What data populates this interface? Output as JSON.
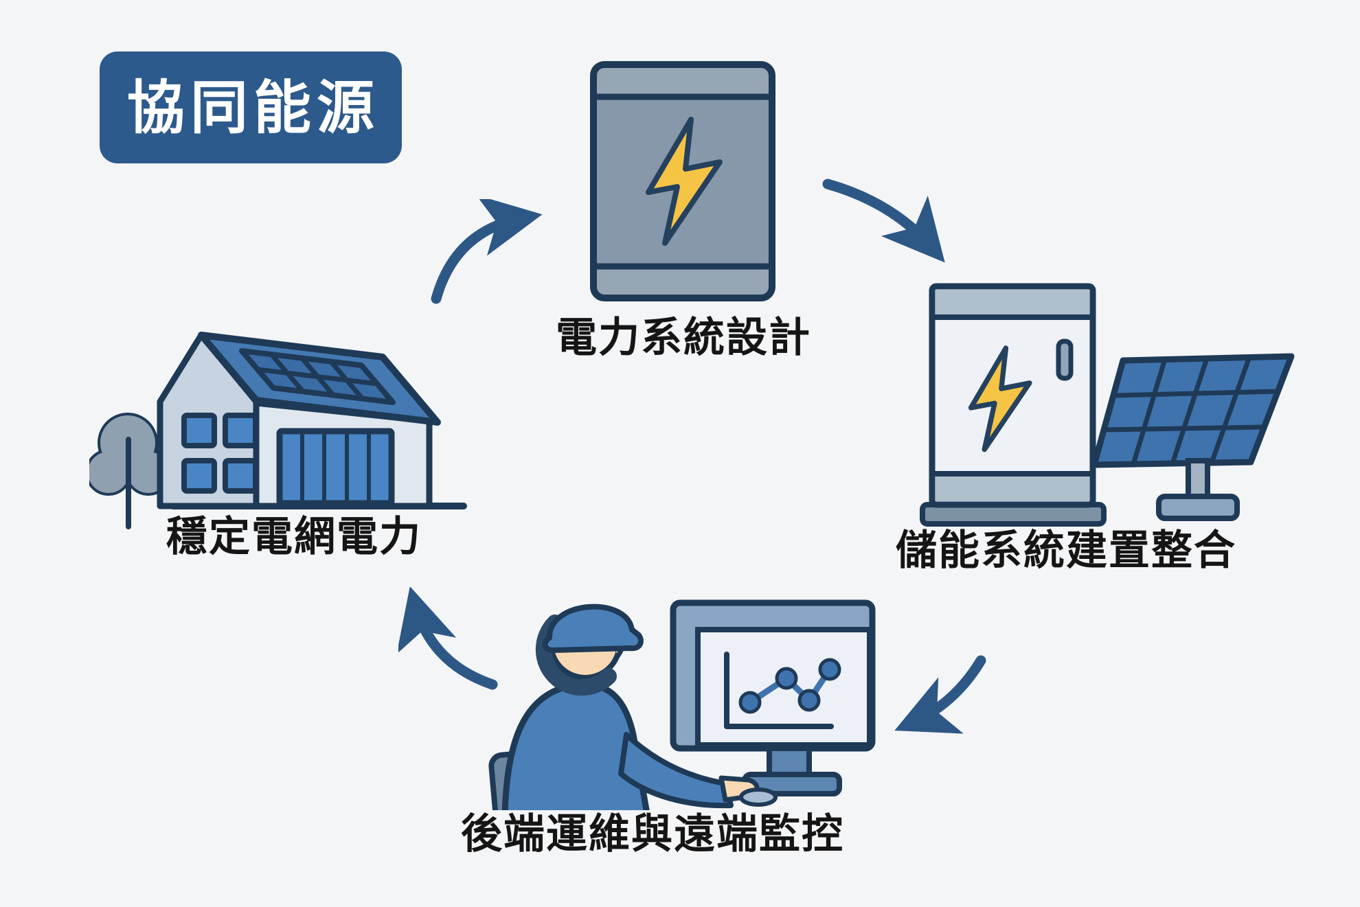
{
  "badge": {
    "label": "協同能源"
  },
  "nodes": {
    "design": {
      "label": "電力系統設計"
    },
    "storage": {
      "label": "儲能系統建置整合"
    },
    "monitoring": {
      "label": "後端運維與遠端監控"
    },
    "grid": {
      "label": "穩定電網電力"
    }
  },
  "flow_order": [
    "grid",
    "design",
    "storage",
    "monitoring"
  ],
  "colors": {
    "background": "#f4f5f7",
    "badge_bg": "#2d5a8c",
    "badge_text": "#ffffff",
    "label_text": "#151515",
    "outline_navy": "#1e3a57",
    "arrow_blue": "#2d5886",
    "bolt_yellow": "#f6c445",
    "panel_blue": "#3f73ae",
    "mid_blue": "#4a86c6",
    "figure_blue": "#4a7fb8",
    "gray_blue": "#8798aa",
    "light_body": "#eef1f5",
    "skin": "#f8d9b4"
  }
}
